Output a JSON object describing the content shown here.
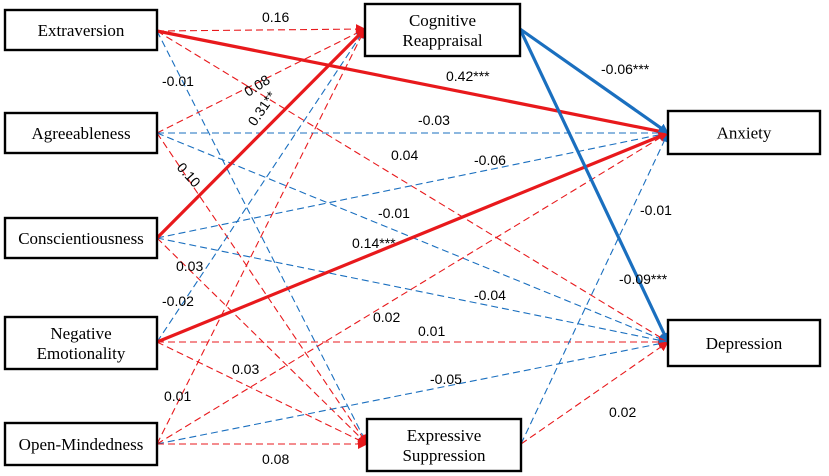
{
  "colors": {
    "positive": "#e8191c",
    "negative": "#1a6fbf"
  },
  "nodes": {
    "extraversion": {
      "lines": [
        "Extraversion"
      ]
    },
    "agreeableness": {
      "lines": [
        "Agreeableness"
      ]
    },
    "conscientiousness": {
      "lines": [
        "Conscientiousness"
      ]
    },
    "negative_emotionality": {
      "lines": [
        "Negative",
        "Emotionality"
      ]
    },
    "open_mindedness": {
      "lines": [
        "Open-Mindedness"
      ]
    },
    "cognitive_reappraisal": {
      "lines": [
        "Cognitive",
        "Reappraisal"
      ]
    },
    "expressive_suppression": {
      "lines": [
        "Expressive",
        "Suppression"
      ]
    },
    "anxiety": {
      "lines": [
        "Anxiety"
      ]
    },
    "depression": {
      "lines": [
        "Depression"
      ]
    }
  },
  "edges": [
    {
      "from": "extraversion",
      "to": "cognitive_reappraisal",
      "label": "0.16",
      "sign": "positive",
      "significant": false
    },
    {
      "from": "extraversion",
      "to": "anxiety",
      "label": "0.42***",
      "sign": "positive",
      "significant": true
    },
    {
      "from": "extraversion",
      "to": "expressive_suppression",
      "label": "-0.01",
      "sign": "negative",
      "significant": false
    },
    {
      "from": "extraversion",
      "to": "depression",
      "label": "",
      "sign": "positive",
      "significant": false
    },
    {
      "from": "agreeableness",
      "to": "cognitive_reappraisal",
      "label": "0.08",
      "sign": "positive",
      "significant": false
    },
    {
      "from": "agreeableness",
      "to": "anxiety",
      "label": "-0.03",
      "sign": "negative",
      "significant": false
    },
    {
      "from": "agreeableness",
      "to": "depression",
      "label": "-0.01",
      "sign": "negative",
      "significant": false
    },
    {
      "from": "agreeableness",
      "to": "expressive_suppression",
      "label": "0.10",
      "sign": "positive",
      "significant": false
    },
    {
      "from": "cognitive_reappraisal",
      "to": "depression",
      "label": "0.04",
      "sign": "positive",
      "significant": false
    },
    {
      "from": "conscientiousness",
      "to": "cognitive_reappraisal",
      "label": "0.31**",
      "sign": "positive",
      "significant": true
    },
    {
      "from": "conscientiousness",
      "to": "anxiety",
      "label": "-0.06",
      "sign": "negative",
      "significant": false
    },
    {
      "from": "conscientiousness",
      "to": "depression",
      "label": "-0.04",
      "sign": "negative",
      "significant": false
    },
    {
      "from": "conscientiousness",
      "to": "expressive_suppression",
      "label": "0.03",
      "sign": "positive",
      "significant": false
    },
    {
      "from": "negative_emotionality",
      "to": "cognitive_reappraisal",
      "label": "-0.02",
      "sign": "negative",
      "significant": false
    },
    {
      "from": "negative_emotionality",
      "to": "anxiety",
      "label": "0.14***",
      "sign": "positive",
      "significant": true
    },
    {
      "from": "negative_emotionality",
      "to": "depression",
      "label": "0.01",
      "sign": "positive",
      "significant": false
    },
    {
      "from": "negative_emotionality",
      "to": "expressive_suppression",
      "label": "0.03",
      "sign": "positive",
      "significant": false
    },
    {
      "from": "open_mindedness",
      "to": "cognitive_reappraisal",
      "label": "0.01",
      "sign": "positive",
      "significant": false
    },
    {
      "from": "open_mindedness",
      "to": "anxiety",
      "label": "0.02",
      "sign": "positive",
      "significant": false
    },
    {
      "from": "open_mindedness",
      "to": "depression",
      "label": "-0.05",
      "sign": "negative",
      "significant": false
    },
    {
      "from": "open_mindedness",
      "to": "expressive_suppression",
      "label": "0.08",
      "sign": "positive",
      "significant": false
    },
    {
      "from": "cognitive_reappraisal",
      "to": "anxiety",
      "label": "-0.06***",
      "sign": "negative",
      "significant": true
    },
    {
      "from": "cognitive_reappraisal",
      "to": "depression",
      "label": "-0.09***",
      "sign": "negative",
      "significant": true
    },
    {
      "from": "expressive_suppression",
      "to": "anxiety",
      "label": "-0.01",
      "sign": "negative",
      "significant": false
    },
    {
      "from": "expressive_suppression",
      "to": "depression",
      "label": "0.02",
      "sign": "positive",
      "significant": false
    }
  ]
}
